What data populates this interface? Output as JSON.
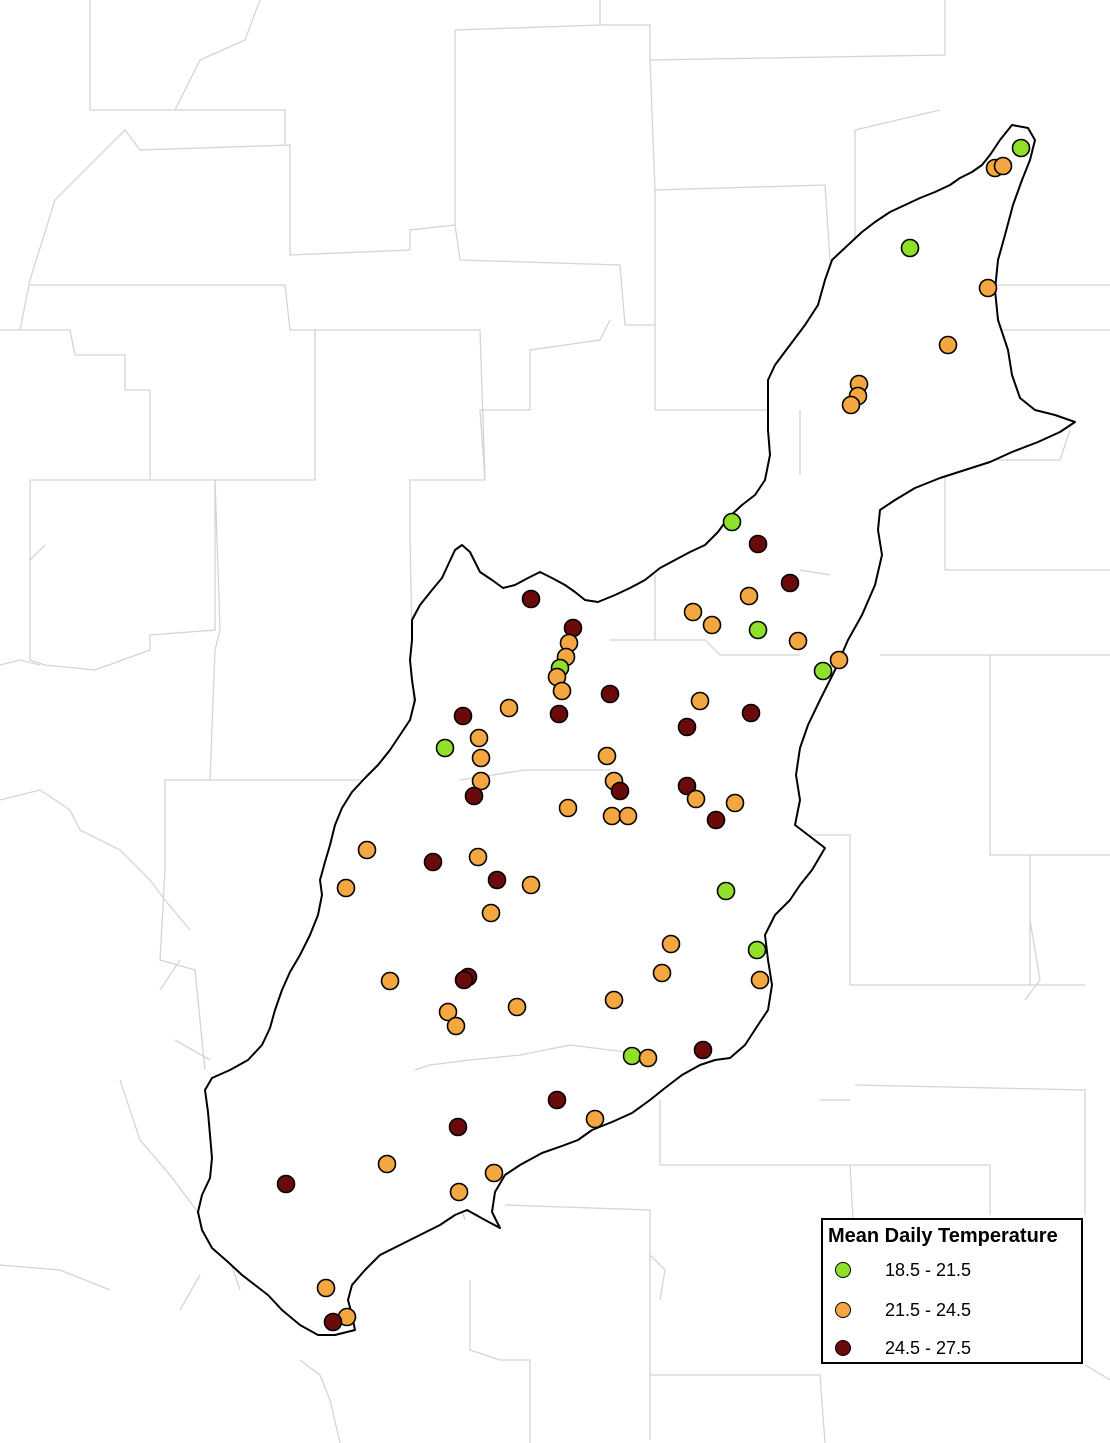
{
  "legend": {
    "title": "Mean Daily Temperature",
    "classes": [
      {
        "label": "18.5 - 21.5",
        "color": "#8fe02a"
      },
      {
        "label": "21.5 - 24.5",
        "color": "#f4a641"
      },
      {
        "label": "24.5 - 27.5",
        "color": "#6b0a0a"
      }
    ]
  },
  "colors": {
    "background": "#ffffff",
    "county_lines": "#d0d0d0",
    "basin_outline": "#000000",
    "point_outline": "#000000"
  }
}
